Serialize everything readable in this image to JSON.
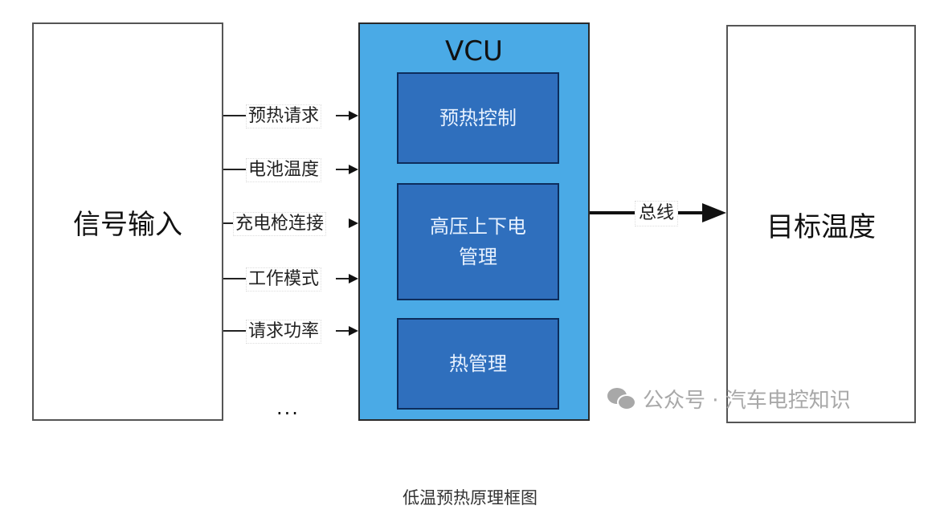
{
  "left_block": {
    "label": "信号输入"
  },
  "vcu": {
    "title": "VCU",
    "modules": [
      {
        "label": "预热控制"
      },
      {
        "label": "高压上下电\n管理",
        "line1": "高压上下电",
        "line2": "管理"
      },
      {
        "label": "热管理"
      }
    ]
  },
  "signals": [
    {
      "label": "预热请求"
    },
    {
      "label": "电池温度"
    },
    {
      "label": "充电枪连接"
    },
    {
      "label": "工作模式"
    },
    {
      "label": "请求功率"
    }
  ],
  "signals_more": "...",
  "bus": {
    "label": "总线"
  },
  "right_block": {
    "label": "目标温度"
  },
  "watermark": {
    "icon": "wechat-icon",
    "text": "公众号 · 汽车电控知识"
  },
  "caption": "低温预热原理框图",
  "colors": {
    "vcu_fill": "#4aaae6",
    "module_fill": "#2f6fbd",
    "module_text": "#e8f2ff"
  }
}
